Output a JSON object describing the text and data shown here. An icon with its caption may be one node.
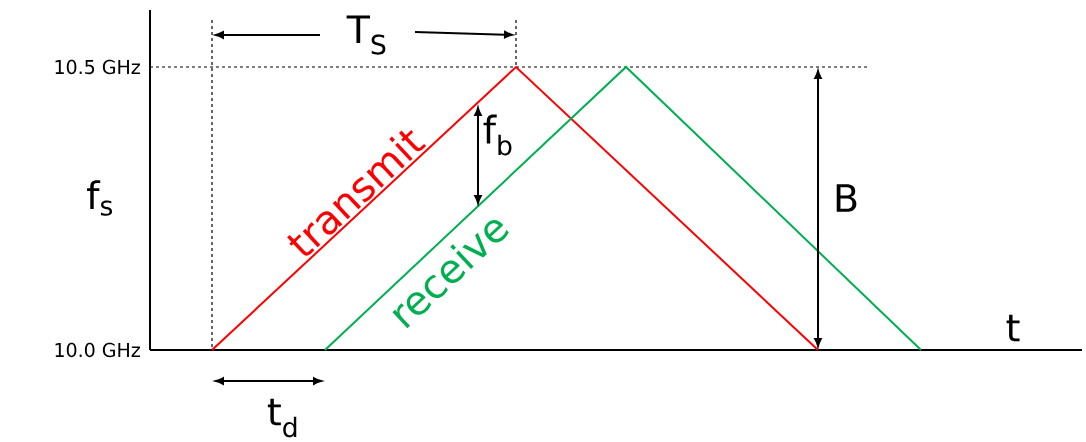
{
  "diagram": {
    "labels": [
      "T$_{S}$",
      "10.5 GHz",
      "f$_{b}$",
      "transmit",
      "f$_{s}$",
      "B",
      "receive",
      "10.0 GHz",
      "t",
      "t$_{d}$"
    ]
  }
}
